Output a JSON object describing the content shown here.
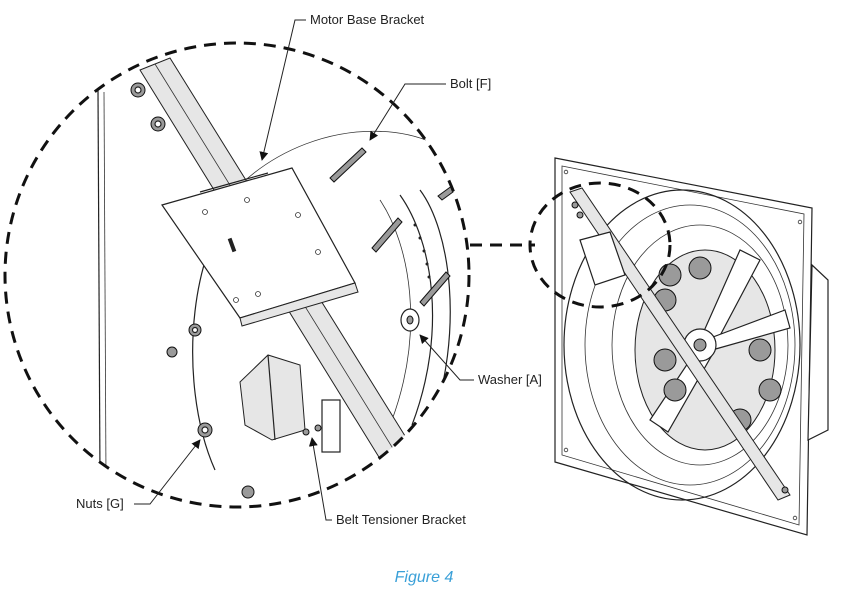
{
  "callouts": {
    "motor_base_bracket": "Motor Base Bracket",
    "bolt": "Bolt [F]",
    "washer": "Washer [A]",
    "nuts": "Nuts [G]",
    "belt_tensioner_bracket": "Belt Tensioner Bracket"
  },
  "caption": "Figure 4",
  "colors": {
    "caption": "#3aa0d8",
    "line": "#222222",
    "background": "#ffffff"
  }
}
